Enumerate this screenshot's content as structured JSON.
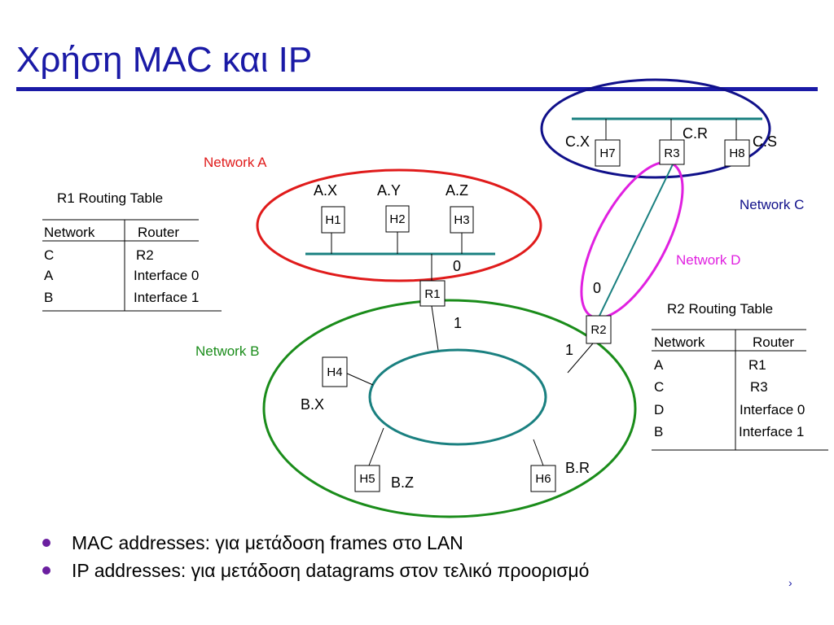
{
  "title": "Χρήση MAC και IP",
  "colors": {
    "title": "#1a1aa6",
    "network_a": "#e01b1b",
    "network_b": "#1a8c1a",
    "network_c": "#10108a",
    "network_d": "#e020e0",
    "link": "#1a8080",
    "bullet": "#6b1fa0"
  },
  "networks": {
    "a": "Network A",
    "b": "Network B",
    "c": "Network C",
    "d": "Network D"
  },
  "nodes": {
    "h1": "H1",
    "h2": "H2",
    "h3": "H3",
    "h4": "H4",
    "h5": "H5",
    "h6": "H6",
    "h7": "H7",
    "h8": "H8",
    "r1": "R1",
    "r2": "R2",
    "r3": "R3"
  },
  "addresses": {
    "ax": "A.X",
    "ay": "A.Y",
    "az": "A.Z",
    "bx": "B.X",
    "bz": "B.Z",
    "br": "B.R",
    "cx": "C.X",
    "cr": "C.R",
    "cs": "C.S"
  },
  "interfaces": {
    "r1_if0": "0",
    "r1_if1": "1",
    "r2_if0": "0",
    "r2_if1": "1"
  },
  "r1_table": {
    "caption": "R1 Routing Table",
    "headers": [
      "Network",
      "Router"
    ],
    "rows": [
      [
        "C",
        "R2"
      ],
      [
        "A",
        "Interface 0"
      ],
      [
        "B",
        "Interface 1"
      ]
    ]
  },
  "r2_table": {
    "caption": "R2 Routing Table",
    "headers": [
      "Network",
      "Router"
    ],
    "rows": [
      [
        "A",
        "R1"
      ],
      [
        "C",
        "R3"
      ],
      [
        "D",
        "Interface 0"
      ],
      [
        "B",
        "Interface 1"
      ]
    ]
  },
  "bullets": [
    "MAC addresses: για μετάδοση frames στο LAN",
    "IP addresses: για μετάδοση datagrams στον τελικό προορισμό"
  ],
  "corner_mark": "›"
}
